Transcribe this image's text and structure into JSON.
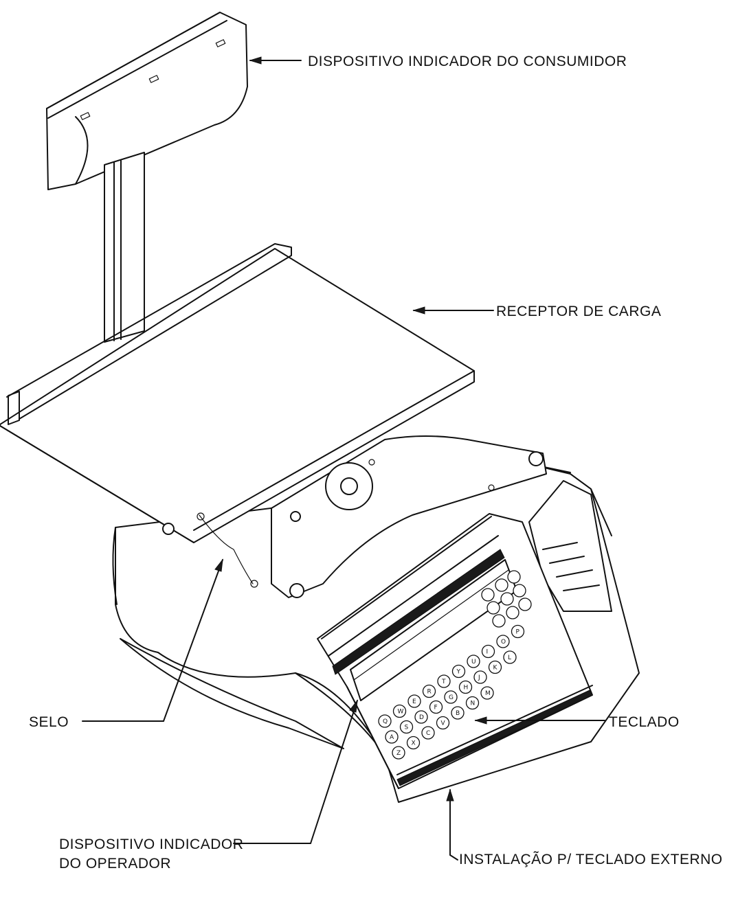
{
  "labels": {
    "customer_display": "DISPOSITIVO INDICADOR DO CONSUMIDOR",
    "load_receiver": "RECEPTOR DE CARGA",
    "seal": "SELO",
    "keyboard": "TECLADO",
    "operator_display_line1": "DISPOSITIVO INDICADOR",
    "operator_display_line2": "DO OPERADOR",
    "external_keyboard": "INSTALAÇÃO P/ TECLADO EXTERNO"
  },
  "keys": {
    "row1": [
      "Q",
      "W",
      "E",
      "R",
      "T",
      "Y",
      "U",
      "I",
      "O",
      "P"
    ],
    "row2": [
      "A",
      "S",
      "D",
      "F",
      "G",
      "H",
      "J",
      "K",
      "L"
    ],
    "row3": [
      "Z",
      "X",
      "C",
      "V",
      "B",
      "N",
      "M"
    ]
  },
  "colors": {
    "ink": "#111111",
    "paper": "#ffffff"
  }
}
